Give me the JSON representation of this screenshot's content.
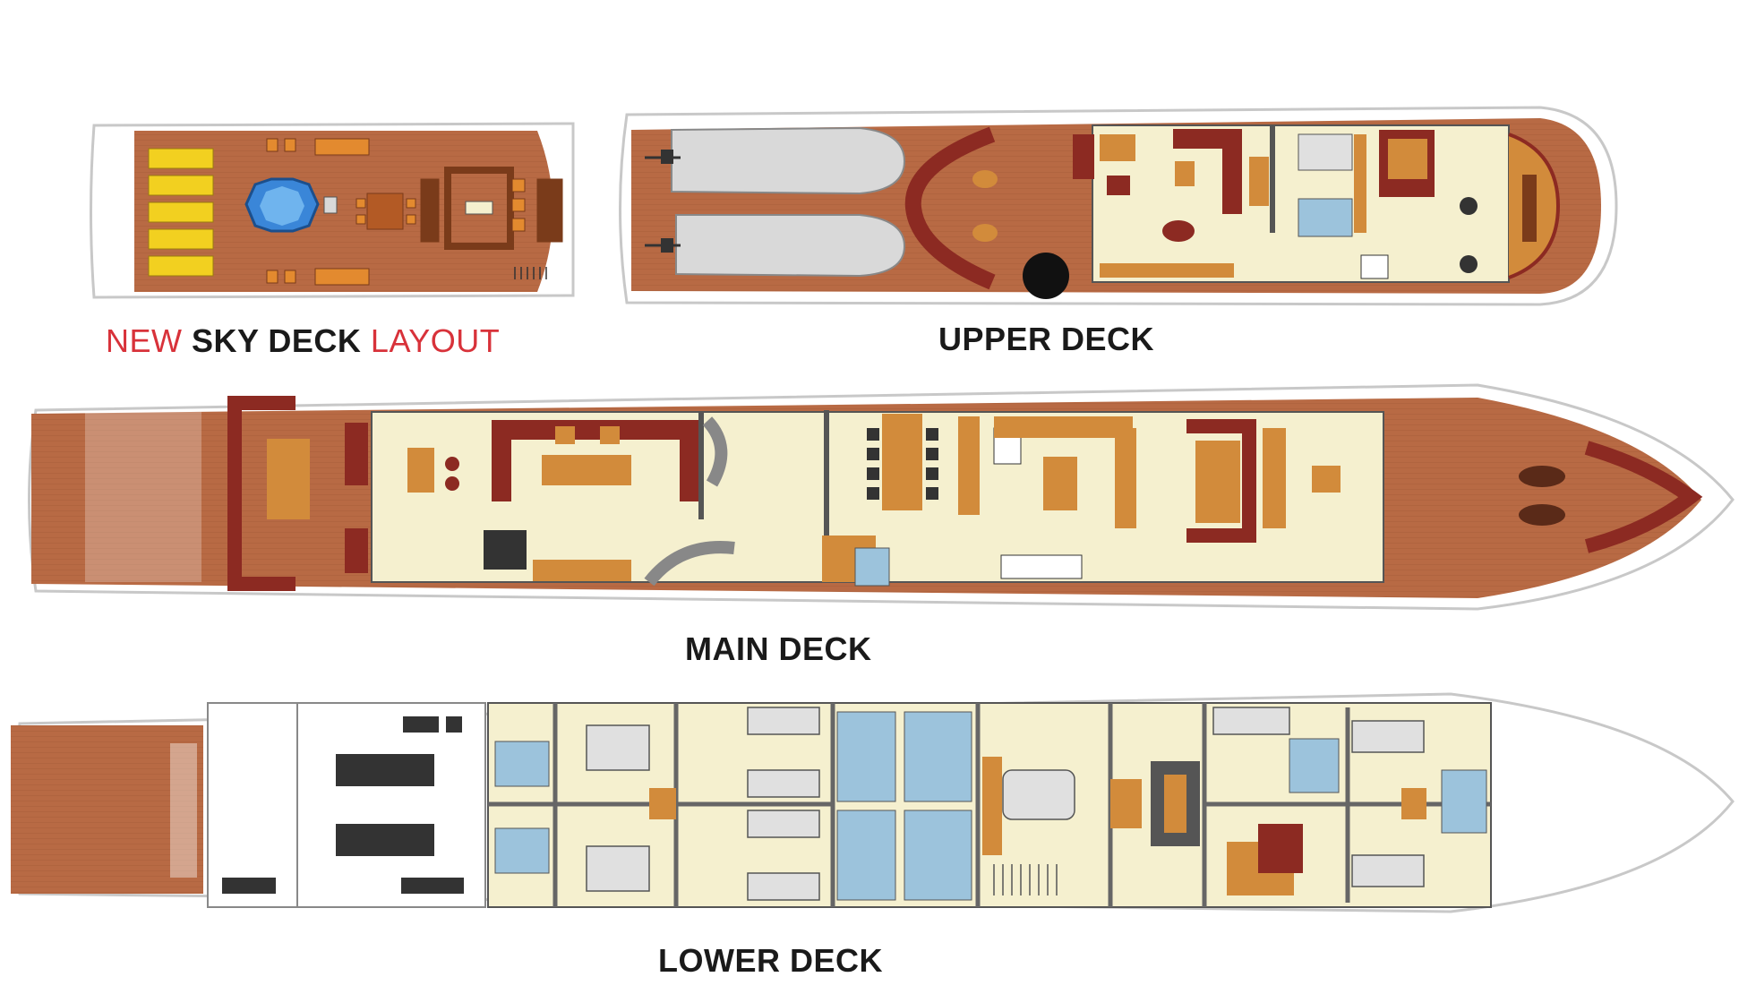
{
  "labels": {
    "sky_new": "NEW",
    "sky_main": "SKY DECK",
    "sky_layout": "LAYOUT",
    "upper": "UPPER DECK",
    "main": "MAIN DECK",
    "lower": "LOWER DECK"
  },
  "colors": {
    "teak": "#b86a44",
    "teak_dark": "#8b4a2c",
    "interior": "#f5f0cf",
    "sofa": "#8c2a22",
    "cabinet": "#d28b3b",
    "bath": "#9cc3dc",
    "tender": "#d9d9d9",
    "hull_outline": "#c8c8c8",
    "bed": "#e0e0e0",
    "lounger": "#f2d020",
    "jacuzzi": "#3a86d8",
    "accent_text": "#d8323a"
  }
}
